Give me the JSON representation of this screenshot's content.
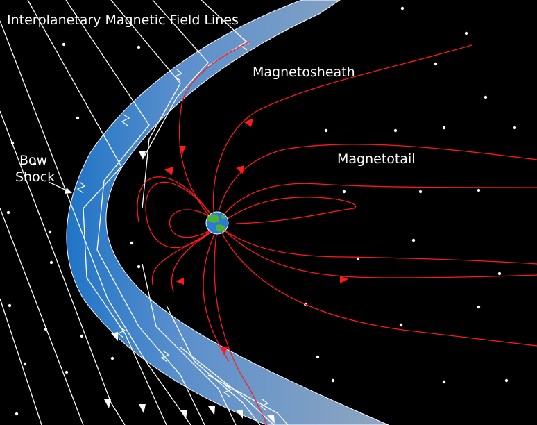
{
  "labels": {
    "imf": "Interplanetary Magnetic Field Lines",
    "magnetosheath": "Magnetosheath",
    "magnetotail": "Magnetotail",
    "bow_line1": "Bow",
    "bow_line2": "Shock"
  },
  "icons": {
    "planet": "earth-icon",
    "arrowhead": "arrowhead-icon"
  },
  "colors": {
    "background": "#000000",
    "field_lines": "#ffffff",
    "magnetic_field": "#ff1a1a",
    "sheath_outer": "#5a86c8",
    "sheath_inner": "#1f74c6",
    "ocean": "#2a7bd6",
    "land": "#4caf3a"
  }
}
